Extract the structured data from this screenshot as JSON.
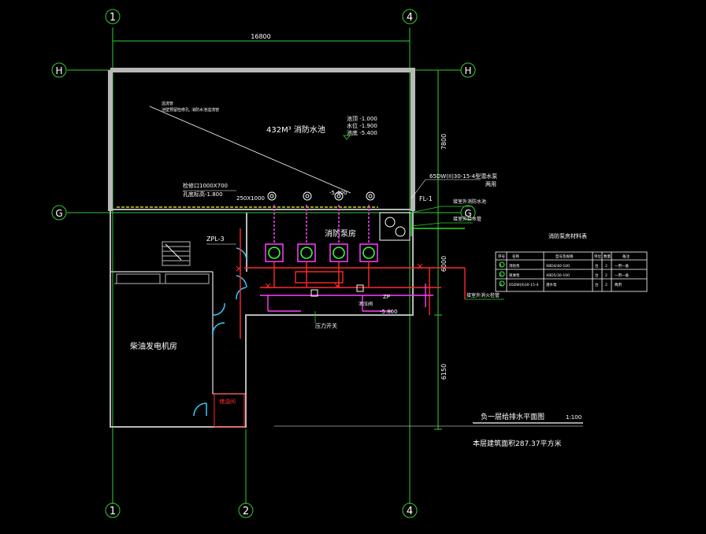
{
  "drawing": {
    "title": "负一层给排水平面图",
    "scale": "1:100",
    "area_note": "本层建筑面积287.37平方米"
  },
  "colors": {
    "background": "#000000",
    "wall": "#b8b8b8",
    "axis": "#33cc33",
    "dimension": "#33cc33",
    "pipe_red": "#ff2a2a",
    "pipe_magenta": "#ff40ff",
    "pipe_green": "#33ff33",
    "pipe_cyan": "#33ccff",
    "pipe_yellow": "#ffff33",
    "text_white": "#ffffff"
  },
  "axes": {
    "top": [
      "1",
      "4"
    ],
    "bottom": [
      "1",
      "2",
      "4"
    ],
    "left": [
      "H",
      "G"
    ],
    "right": [
      "H",
      "G"
    ]
  },
  "dimensions": {
    "top_total": "16800",
    "right_upper": "7800",
    "right_middle": "6000",
    "right_lower": "6150"
  },
  "rooms": {
    "pool": "432M³ 消防水池",
    "pump_room": "消防泵房",
    "generator_room": "柴油发电机房",
    "oil_room": "储油间"
  },
  "labels": {
    "level_top": "池顶 -1.000",
    "level_water": "水位 -1.900",
    "level_bottom": "池底 -5.400",
    "overflow_header": "溢流管",
    "overflow_note": "池壁预留检修孔, 消防水池溢流管",
    "opening_size": "检修口1000X700",
    "opening_level": "孔底标高-1.800",
    "pipe_dn": "250X1000",
    "pump_model": "65DW(II)30-15-4型潜水泵",
    "pump_note": "两用",
    "level_pump": "-5.400",
    "fl": "FL-1",
    "zpl": "ZPL-3",
    "zp": "ZP",
    "level_floor": "-5.800",
    "pressure_switch": "压力开关",
    "pressure_relief": "泄压阀",
    "to_outdoor_pool": "接室外消防水池",
    "to_outdoor_supply": "接室外给水管",
    "to_outdoor_drain": "接室外消火栓管"
  },
  "legend": {
    "title": "消防泵房材料表",
    "headers": [
      "序号",
      "名称",
      "型号及规格",
      "单位",
      "数量",
      "备注"
    ],
    "rows": [
      [
        "1",
        "消防泵",
        "XBD4/40-100",
        "台",
        "2",
        "一用一备"
      ],
      [
        "2",
        "喷淋泵",
        "XBD5/30-100",
        "台",
        "2",
        "一用一备"
      ],
      [
        "3",
        "65DW(II)30-15-4",
        "潜水泵",
        "台",
        "2",
        "两用"
      ]
    ]
  }
}
